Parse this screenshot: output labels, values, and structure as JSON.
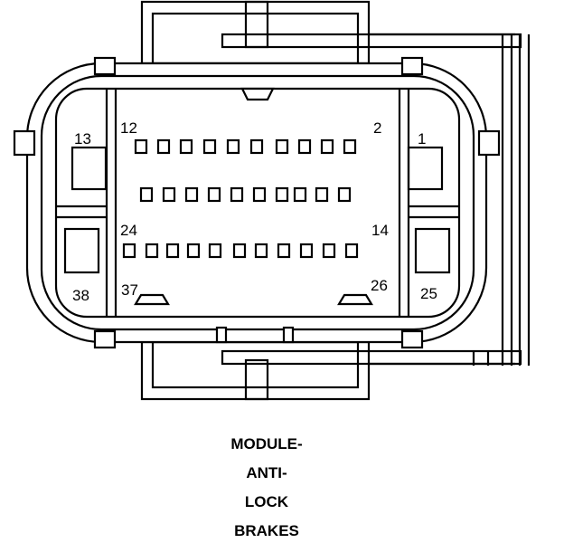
{
  "connector": {
    "pin_labels": {
      "p12": "12",
      "p2": "2",
      "p13": "13",
      "p1": "1",
      "p24": "24",
      "p14": "14",
      "p38": "38",
      "p37": "37",
      "p26": "26",
      "p25": "25"
    },
    "row_cavity_counts": [
      10,
      10,
      11
    ]
  },
  "caption": {
    "line1": "MODULE-",
    "line2": "ANTI-",
    "line3": "LOCK",
    "line4": "BRAKES"
  }
}
